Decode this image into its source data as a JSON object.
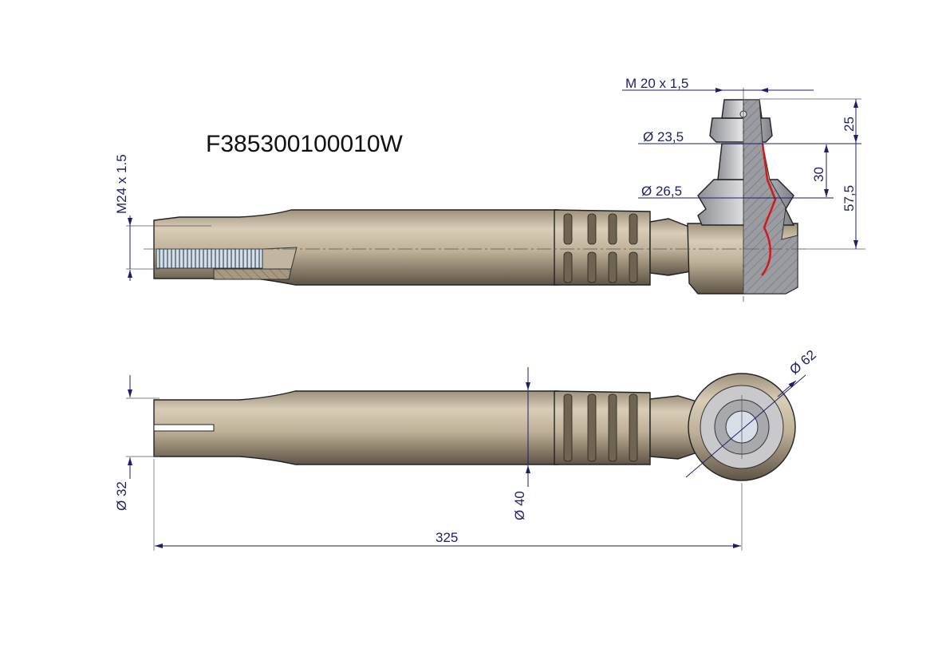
{
  "part_number": "F385300100010W",
  "dimensions": {
    "stud_thread": "M 20 x 1,5",
    "dia_23_5": "Ø 23,5",
    "dia_26_5": "Ø 26,5",
    "h_25": "25",
    "h_30": "30",
    "h_57_5": "57,5",
    "inner_thread": "M24 x 1.5",
    "dia_62": "Ø 62",
    "dia_32": "Ø 32",
    "dia_40": "Ø 40",
    "length_325": "325"
  },
  "colors": {
    "body": "#b8a88f",
    "dimension": "#1e1e6a",
    "section": "#8a8c90",
    "seal": "#d11a1a"
  }
}
